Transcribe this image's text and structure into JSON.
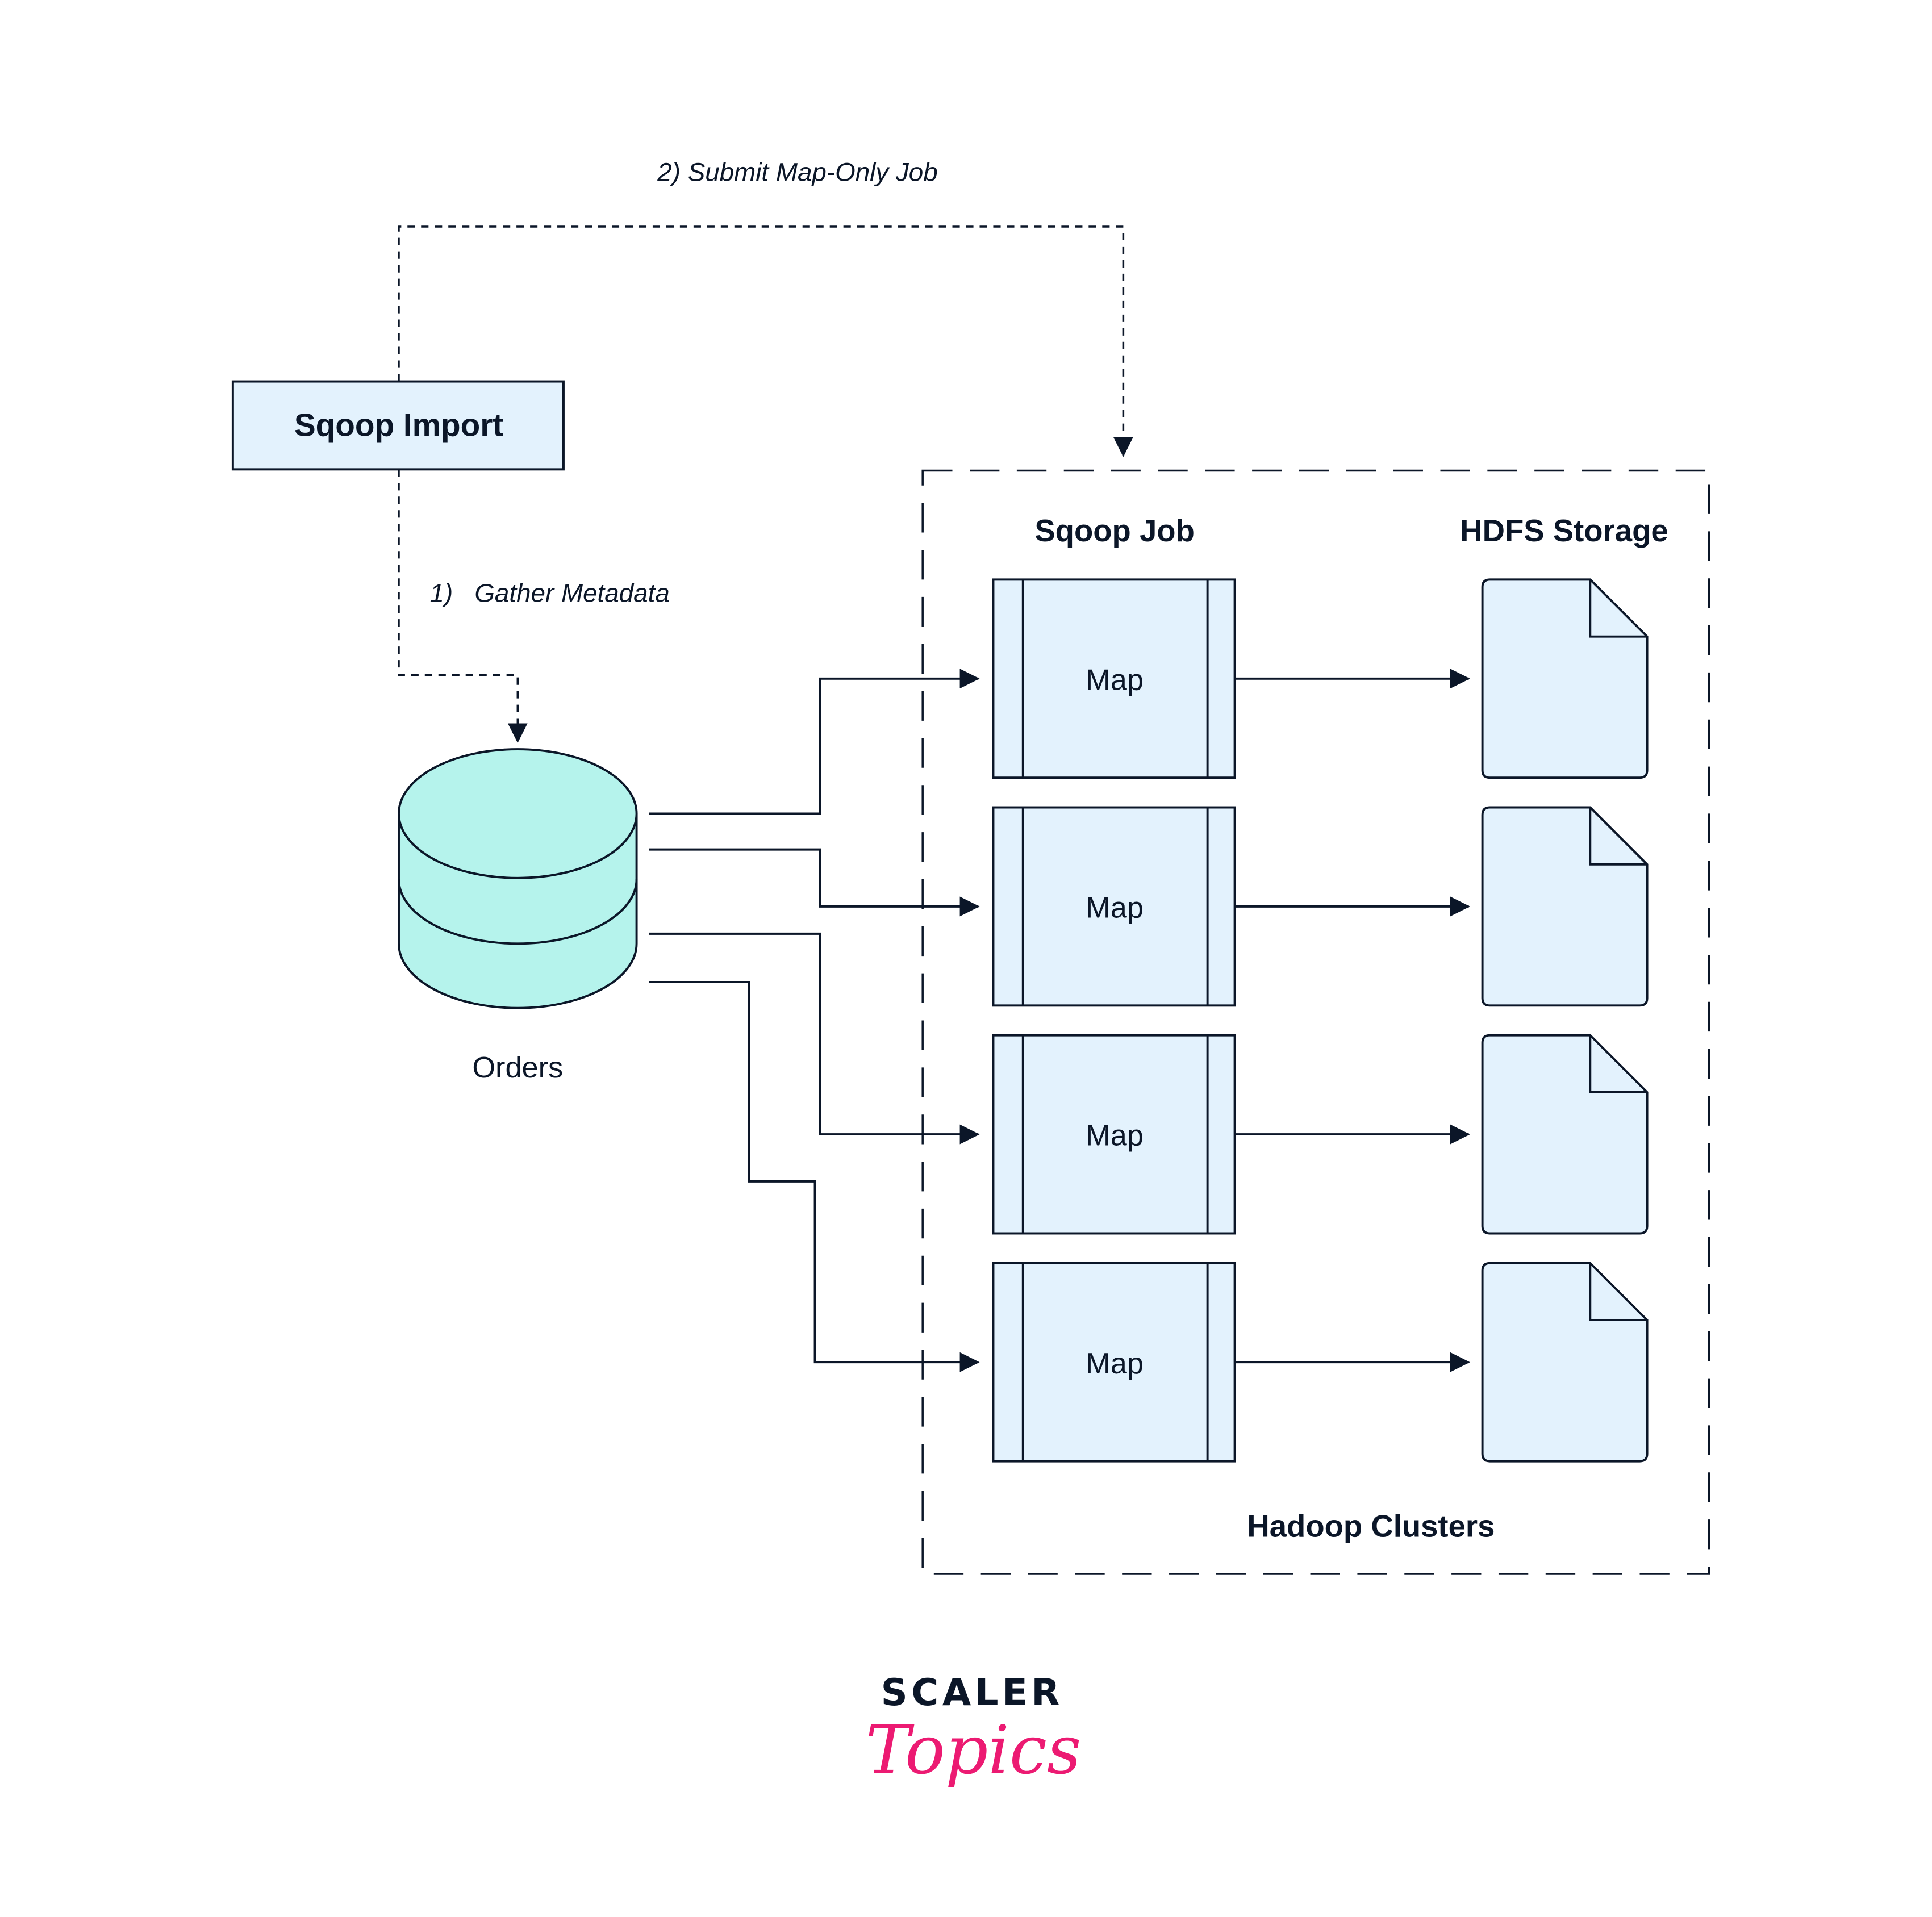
{
  "sqoop_import": {
    "label": "Sqoop Import"
  },
  "edges": {
    "gather_metadata": "1)   Gather Metadata",
    "submit_job": "2) Submit Map-Only Job"
  },
  "database": {
    "label": "Orders"
  },
  "cluster": {
    "title": "Hadoop Clusters",
    "sqoop_job_header": "Sqoop Job",
    "hdfs_header": "HDFS Storage",
    "maps": [
      {
        "label": "Map"
      },
      {
        "label": "Map"
      },
      {
        "label": "Map"
      },
      {
        "label": "Map"
      }
    ]
  },
  "logo": {
    "line1": "SCALER",
    "line2": "Topics"
  },
  "colors": {
    "stroke": "#0b1628",
    "box_fill": "#e3f2fd",
    "db_fill": "#b5f3ec",
    "logo_pink": "#ec1a72"
  }
}
